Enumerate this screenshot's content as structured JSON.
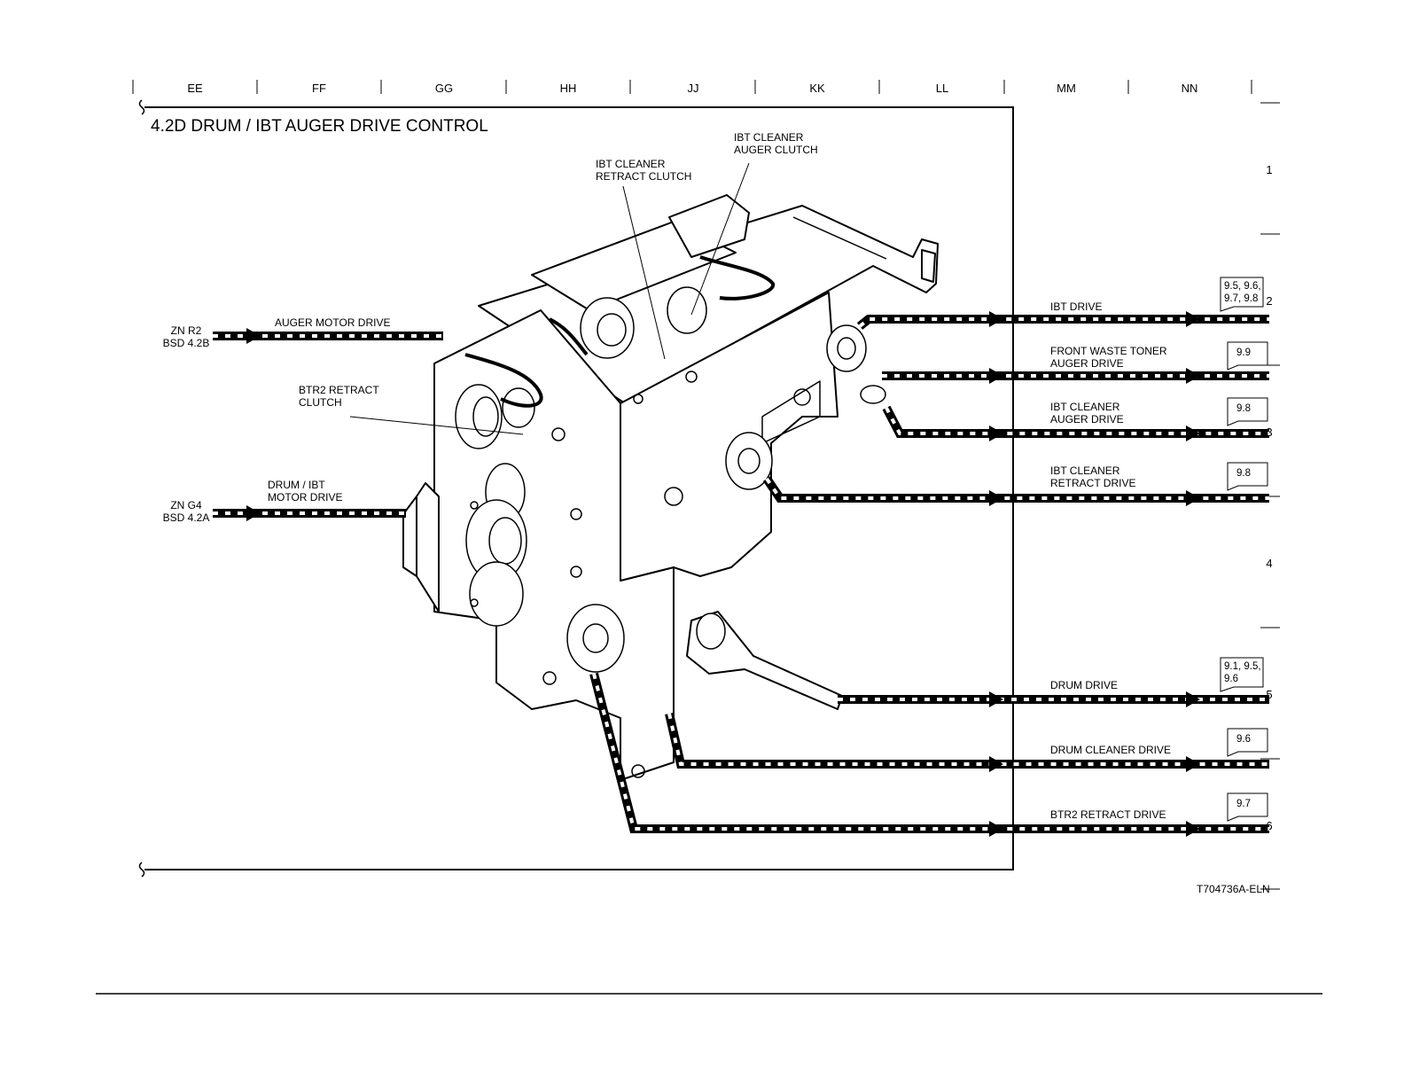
{
  "zones": {
    "columns": [
      "EE",
      "FF",
      "GG",
      "HH",
      "JJ",
      "KK",
      "LL",
      "MM",
      "NN"
    ],
    "rows": [
      "1",
      "2",
      "3",
      "4",
      "5",
      "6"
    ]
  },
  "title": "4.2D DRUM / IBT AUGER DRIVE CONTROL",
  "drawing_id": "T704736A-ELN",
  "inputs": {
    "auger": {
      "source_line1": "ZN R2",
      "source_line2": "BSD 4.2B",
      "label": "AUGER MOTOR DRIVE"
    },
    "drum": {
      "source_line1": "ZN G4",
      "source_line2": "BSD 4.2A",
      "label_line1": "DRUM / IBT",
      "label_line2": "MOTOR DRIVE"
    }
  },
  "components": {
    "ibt_cleaner_retract_clutch": {
      "line1": "IBT CLEANER",
      "line2": "RETRACT CLUTCH"
    },
    "ibt_cleaner_auger_clutch": {
      "line1": "IBT CLEANER",
      "line2": "AUGER CLUTCH"
    },
    "btr2_retract_clutch": {
      "line1": "BTR2 RETRACT",
      "line2": "CLUTCH"
    }
  },
  "outputs": {
    "ibt_drive": {
      "line1": "IBT DRIVE",
      "line2": "",
      "ref1": "9.5, 9.6,",
      "ref2": "9.7, 9.8"
    },
    "front_waste": {
      "line1": "FRONT WASTE TONER",
      "line2": "AUGER DRIVE",
      "ref1": "9.9",
      "ref2": ""
    },
    "ibt_cleaner_auger": {
      "line1": "IBT CLEANER",
      "line2": "AUGER DRIVE",
      "ref1": "9.8",
      "ref2": ""
    },
    "ibt_cleaner_retract": {
      "line1": "IBT CLEANER",
      "line2": "RETRACT DRIVE",
      "ref1": "9.8",
      "ref2": ""
    },
    "drum_drive": {
      "line1": "DRUM DRIVE",
      "line2": "",
      "ref1": "9.1, 9.5,",
      "ref2": "9.6"
    },
    "drum_cleaner": {
      "line1": "DRUM CLEANER DRIVE",
      "line2": "",
      "ref1": "9.6",
      "ref2": ""
    },
    "btr2_retract": {
      "line1": "BTR2 RETRACT DRIVE",
      "line2": "",
      "ref1": "9.7",
      "ref2": ""
    }
  }
}
